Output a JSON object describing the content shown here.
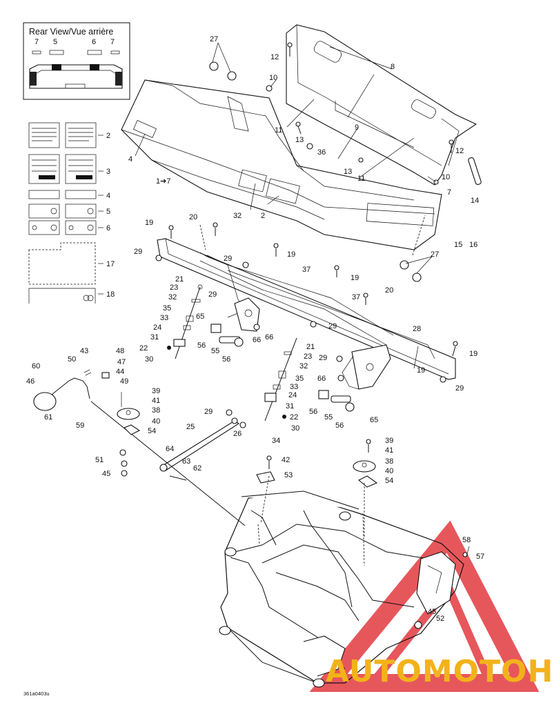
{
  "inset": {
    "title": "Rear View/Vue arrière",
    "callouts": [
      "7",
      "5",
      "6",
      "7"
    ]
  },
  "decal_labels": [
    "2",
    "3",
    "4",
    "5",
    "6",
    "17",
    "18"
  ],
  "callouts": {
    "c1": "1➔7",
    "c2": "2",
    "c3": "3",
    "c4": "4",
    "c7": "7",
    "c8": "8",
    "c9": "9",
    "c10a": "10",
    "c10b": "10",
    "c11a": "11",
    "c11b": "11",
    "c12a": "12",
    "c12b": "12",
    "c13a": "13",
    "c13b": "13",
    "c14": "14",
    "c15": "15",
    "c16": "16",
    "c19a": "19",
    "c19b": "19",
    "c19c": "19",
    "c19d": "19",
    "c19e": "19",
    "c20a": "20",
    "c20b": "20",
    "c21a": "21",
    "c21b": "21",
    "c22a": "22",
    "c22b": "22",
    "c23a": "23",
    "c23b": "23",
    "c24a": "24",
    "c24b": "24",
    "c25": "25",
    "c26": "26",
    "c27a": "27",
    "c27b": "27",
    "c28": "28",
    "c29a": "29",
    "c29b": "29",
    "c29c": "29",
    "c29d": "29",
    "c29e": "29",
    "c29f": "29",
    "c30a": "30",
    "c30b": "30",
    "c31a": "31",
    "c31b": "31",
    "c32a": "32",
    "c32b": "32",
    "c33a": "33",
    "c33b": "33",
    "c34": "34",
    "c35a": "35",
    "c35b": "35",
    "c36": "36",
    "c37a": "37",
    "c37b": "37",
    "c38a": "38",
    "c38b": "38",
    "c39a": "39",
    "c39b": "39",
    "c40a": "40",
    "c40b": "40",
    "c41a": "41",
    "c41b": "41",
    "c42": "42",
    "c43": "43",
    "c44": "44",
    "c45a": "45",
    "c45b": "45",
    "c46": "46",
    "c47": "47",
    "c48": "48",
    "c49": "49",
    "c50": "50",
    "c51": "51",
    "c52": "52",
    "c53": "53",
    "c54a": "54",
    "c54b": "54",
    "c55a": "55",
    "c55b": "55",
    "c56a": "56",
    "c56b": "56",
    "c56c": "56",
    "c56d": "56",
    "c57": "57",
    "c58": "58",
    "c59": "59",
    "c60": "60",
    "c61": "61",
    "c62": "62",
    "c63": "63",
    "c64": "64",
    "c65a": "65",
    "c65b": "65",
    "c66a": "66",
    "c66b": "66",
    "c66c": "66"
  },
  "figure_code": "361a0403u",
  "watermark": {
    "text": "AUTOMOTOHUB",
    "color_red": "#d8242b",
    "color_yellow": "#f3b21a"
  }
}
